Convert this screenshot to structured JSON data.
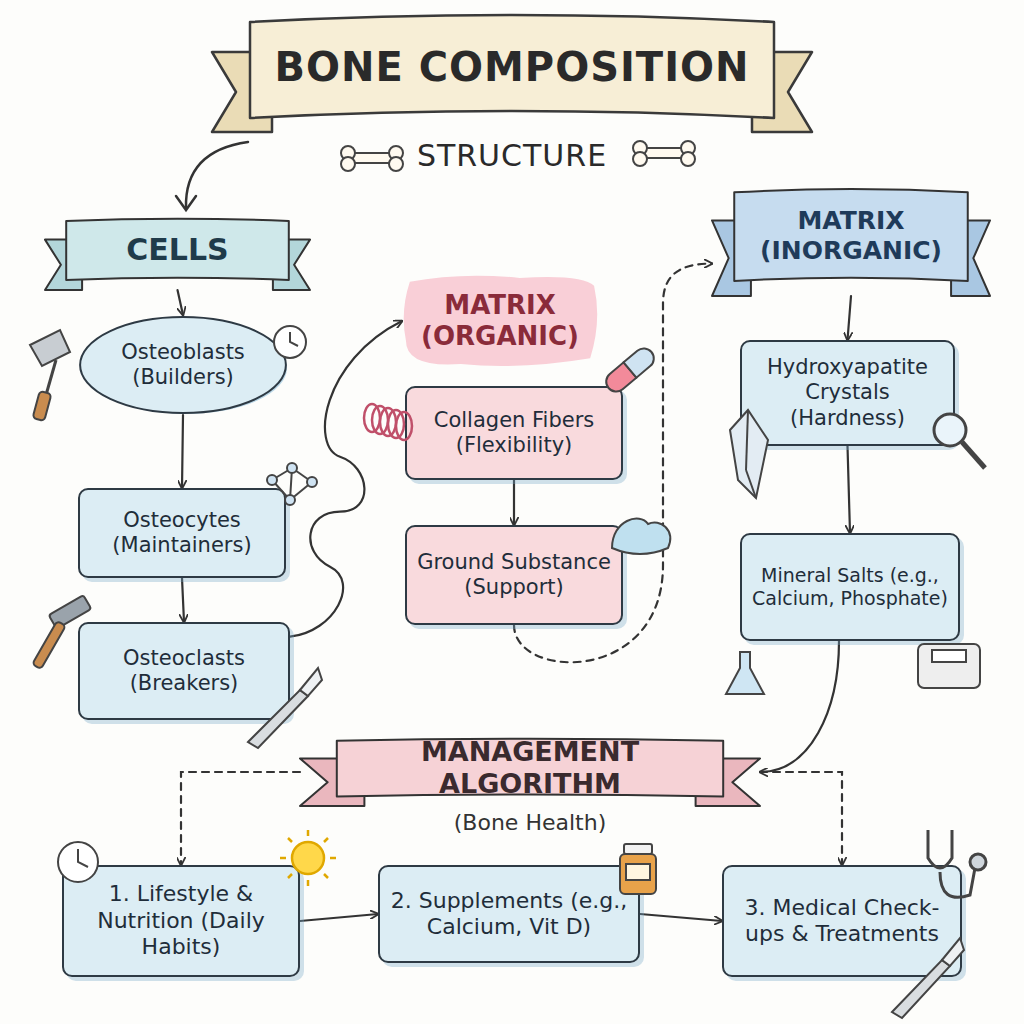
{
  "diagram": {
    "title": "BONE COMPOSITION",
    "nodes": [
      {
        "text": [
          "CELLS"
        ]
      },
      {
        "text": [
          "Osteoblasts (Builders)"
        ]
      },
      {
        "text": [
          "Osteocytes (Maintainers)"
        ]
      },
      {
        "text": [
          "Osteoclasts (Breakers)"
        ]
      },
      {
        "text": [
          "MATRIX (ORGANIC)"
        ]
      },
      {
        "text": [
          "Collagen Fibers (Flexibility)"
        ]
      },
      {
        "text": [
          "Ground Substance (Support)"
        ]
      },
      {
        "text": [
          "MATRIX (INORGANIC)"
        ]
      },
      {
        "text": [
          "Hydroxyapatite Crystals (Hardness)"
        ]
      },
      {
        "text": [
          "Mineral Salts (e.g., Calcium, Phosphate)"
        ]
      },
      {
        "text": [
          "MANAGEMENT ALGORITHM",
          "(Bone Health)"
        ]
      },
      {
        "text": [
          "1. Lifestyle & Nutrition (Daily Habits)"
        ]
      },
      {
        "text": [
          "2. Supplements (e.g., Calcium, Vit D)"
        ]
      },
      {
        "text": [
          "3. Medical Check-ups & Treatments"
        ]
      }
    ],
    "edges": [
      {
        "from": 0,
        "to": 1,
        "arrow": "to"
      },
      {
        "from": 1,
        "to": 2,
        "arrow": "to"
      },
      {
        "from": 2,
        "to": 3,
        "arrow": "to"
      },
      {
        "from": 3,
        "to": 4,
        "arrow": "to"
      },
      {
        "from": 5,
        "to": 6,
        "arrow": "to"
      },
      {
        "from": 6,
        "to": 7,
        "arrow": "to"
      },
      {
        "from": 7,
        "to": 8,
        "arrow": "to"
      },
      {
        "from": 8,
        "to": 9,
        "arrow": "to"
      },
      {
        "from": 9,
        "to": 10,
        "arrow": "to"
      },
      {
        "from": 10,
        "to": 11,
        "arrow": "to"
      },
      {
        "from": 10,
        "to": 13,
        "arrow": "to"
      },
      {
        "from": 11,
        "to": 12,
        "arrow": "to"
      },
      {
        "from": 12,
        "to": 13,
        "arrow": "to"
      }
    ],
    "labels": [
      "STRUCTURE"
    ]
  }
}
